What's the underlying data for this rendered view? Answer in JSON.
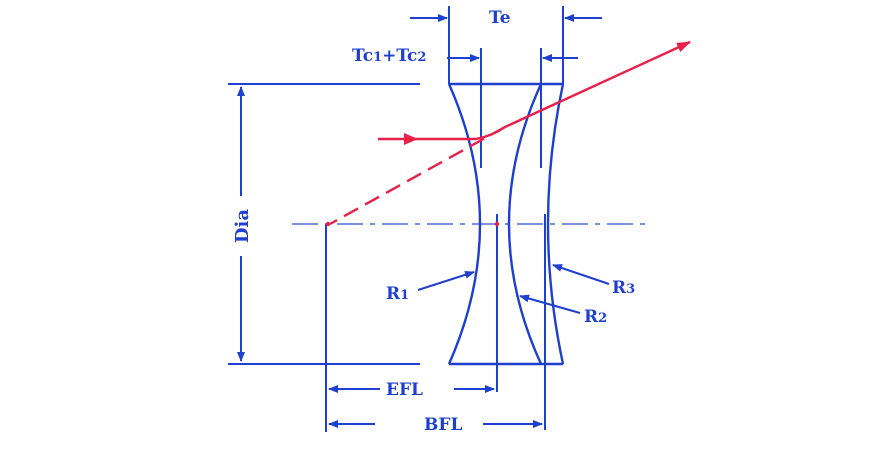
{
  "labels": {
    "te": "Te",
    "tc": {
      "main1": "Tc",
      "sub1": "1",
      "plus": "+",
      "main2": "Tc",
      "sub2": "2"
    },
    "dia": "Dia",
    "r1": {
      "main": "R",
      "sub": "1"
    },
    "r2": {
      "main": "R",
      "sub": "2"
    },
    "r3": {
      "main": "R",
      "sub": "3"
    },
    "efl": "EFL",
    "bfl": "BFL"
  },
  "colors": {
    "line": "#1f3fd0",
    "ray": "#e8204a",
    "axis": "#7a90e0",
    "background": "#ffffff"
  }
}
